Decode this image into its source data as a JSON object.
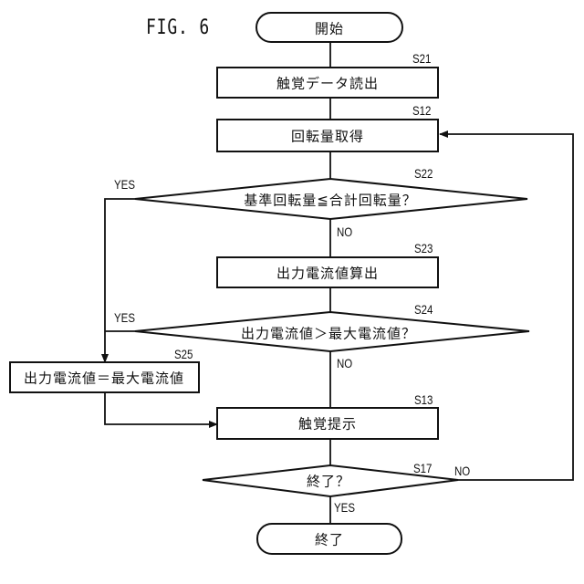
{
  "figure_label": "FIG. 6",
  "nodes": {
    "start": {
      "type": "terminal",
      "text": "開始"
    },
    "s21": {
      "type": "process",
      "step": "S21",
      "text": "触覚データ読出"
    },
    "s12": {
      "type": "process",
      "step": "S12",
      "text": "回転量取得"
    },
    "s22": {
      "type": "decision",
      "step": "S22",
      "text": "基準回転量≦合計回転量？",
      "yes": "YES",
      "no": "NO"
    },
    "s23": {
      "type": "process",
      "step": "S23",
      "text": "出力電流値算出"
    },
    "s24": {
      "type": "decision",
      "step": "S24",
      "text": "出力電流値＞最大電流値？",
      "yes": "YES",
      "no": "NO"
    },
    "s25": {
      "type": "process",
      "step": "S25",
      "text": "出力電流値＝最大電流値"
    },
    "s13": {
      "type": "process",
      "step": "S13",
      "text": "触覚提示"
    },
    "s17": {
      "type": "decision",
      "step": "S17",
      "text": "終了？",
      "yes": "YES",
      "no": "NO"
    },
    "end": {
      "type": "terminal",
      "text": "終了"
    }
  },
  "edges": [
    {
      "from": "start",
      "to": "s21"
    },
    {
      "from": "s21",
      "to": "s12"
    },
    {
      "from": "s12",
      "to": "s22"
    },
    {
      "from": "s22",
      "to": "s23",
      "label": "NO"
    },
    {
      "from": "s22",
      "to": "s25",
      "label": "YES"
    },
    {
      "from": "s23",
      "to": "s24"
    },
    {
      "from": "s24",
      "to": "s25",
      "label": "YES"
    },
    {
      "from": "s24",
      "to": "s13",
      "label": "NO"
    },
    {
      "from": "s25",
      "to": "s13"
    },
    {
      "from": "s13",
      "to": "s17"
    },
    {
      "from": "s17",
      "to": "end",
      "label": "YES"
    },
    {
      "from": "s17",
      "to": "s12",
      "label": "NO"
    }
  ]
}
